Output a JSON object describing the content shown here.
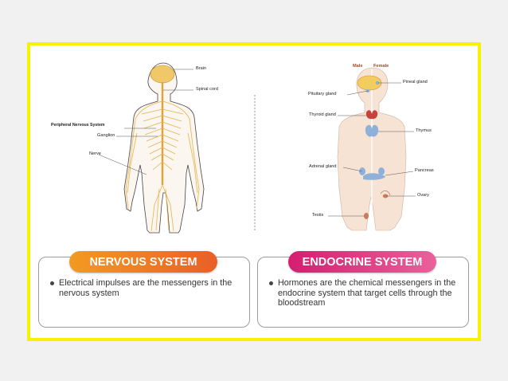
{
  "nervous": {
    "labels": {
      "brain": "Brain",
      "spinal_cord": "Spinal cord",
      "pns": "Peripheral Nervous System",
      "ganglion": "Ganglion",
      "nerve": "Nerve"
    },
    "title": "NERVOUS SYSTEM",
    "bullet": "Electrical impulses are the messengers in the nervous system"
  },
  "endocrine": {
    "male_label": "Male",
    "female_label": "Female",
    "labels": {
      "pineal": "Pineal gland",
      "pituitary": "Pituitary gland",
      "thyroid": "Thyroid gland",
      "thymus": "Thymus",
      "adrenal": "Adrenal gland",
      "pancreas": "Pancreas",
      "ovary": "Ovary",
      "testis": "Testis"
    },
    "title": "ENDOCRINE SYSTEM",
    "bullet": "Hormones are the chemical messengers in the endocrine system that target cells through the bloodstream"
  },
  "colors": {
    "frame_border": "#f7f200",
    "nerve": "#e8b34a",
    "skin": "#f6e3d4",
    "gland_blue": "#8fb1d9",
    "thyroid_red": "#c6433c",
    "pill_orange": "#ef7d24",
    "pill_pink": "#d9337d"
  }
}
